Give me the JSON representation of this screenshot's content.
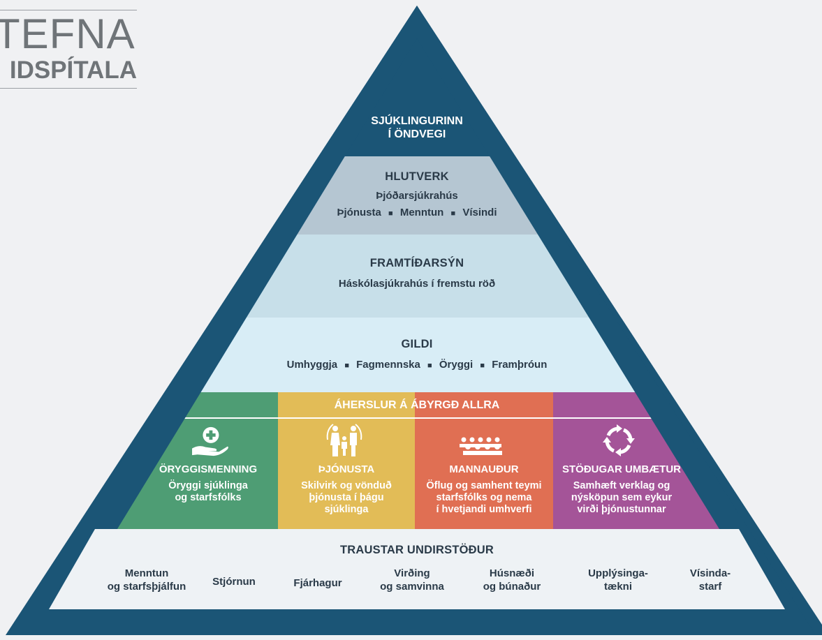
{
  "header": {
    "line1": "TEFNA",
    "line2": "IDSPÍTALA"
  },
  "apex": {
    "line1": "SJÚKLINGURINN",
    "line2": "Í ÖNDVEGI"
  },
  "hlutverk": {
    "title": "HLUTVERK",
    "line1": "Þjóðarsjúkrahús",
    "items": [
      "Þjónusta",
      "Menntun",
      "Vísindi"
    ]
  },
  "framtidarsyn": {
    "title": "FRAMTÍÐARSÝN",
    "text": "Háskólasjúkrahús í fremstu röð"
  },
  "gildi": {
    "title": "GILDI",
    "items": [
      "Umhyggja",
      "Fagmennska",
      "Öryggi",
      "Framþróun"
    ]
  },
  "aherslur": {
    "title": "ÁHERSLUR Á ÁBYRGÐ ALLRA",
    "pillars": [
      {
        "title": "ÖRYGGISMENNING",
        "lines": [
          "Öryggi sjúklinga",
          "og starfsfólks"
        ],
        "icon": "hand-heart-plus-icon",
        "color": "#4e9d74"
      },
      {
        "title": "ÞJÓNUSTA",
        "lines": [
          "Skilvirk og vönduð",
          "þjónusta í þágu",
          "sjúklinga"
        ],
        "icon": "family-icon",
        "color": "#e2bc57"
      },
      {
        "title": "MANNAUÐUR",
        "lines": [
          "Öflug og samhent teymi",
          "starfsfólks og nema",
          "í hvetjandi umhverfi"
        ],
        "icon": "team-icon",
        "color": "#e06f53"
      },
      {
        "title": "STÖÐUGAR UMBÆTUR",
        "lines": [
          "Samhæft verklag og",
          "nýsköpun sem eykur",
          "virði þjónustunnar"
        ],
        "icon": "cycle-arrows-icon",
        "color": "#a45498"
      }
    ]
  },
  "foundation": {
    "title": "TRAUSTAR UNDIRSTÖÐUR",
    "items": [
      {
        "lines": [
          "Menntun",
          "og starfsþjálfun"
        ]
      },
      {
        "lines": [
          "Stjórnun"
        ]
      },
      {
        "lines": [
          "Fjárhagur"
        ]
      },
      {
        "lines": [
          "Virðing",
          "og samvinna"
        ]
      },
      {
        "lines": [
          "Húsnæði",
          "og búnaður"
        ]
      },
      {
        "lines": [
          "Upplýsinga-",
          "tækni"
        ]
      },
      {
        "lines": [
          "Vísinda-",
          "starf"
        ]
      }
    ]
  },
  "colors": {
    "frame": "#1b5576",
    "hlutverk": "#b5c6d2",
    "framtidarsyn": "#c7dfe9",
    "gildi": "#d8edf6",
    "foundation": "#eef2f5",
    "background": "#f0f1f3"
  }
}
